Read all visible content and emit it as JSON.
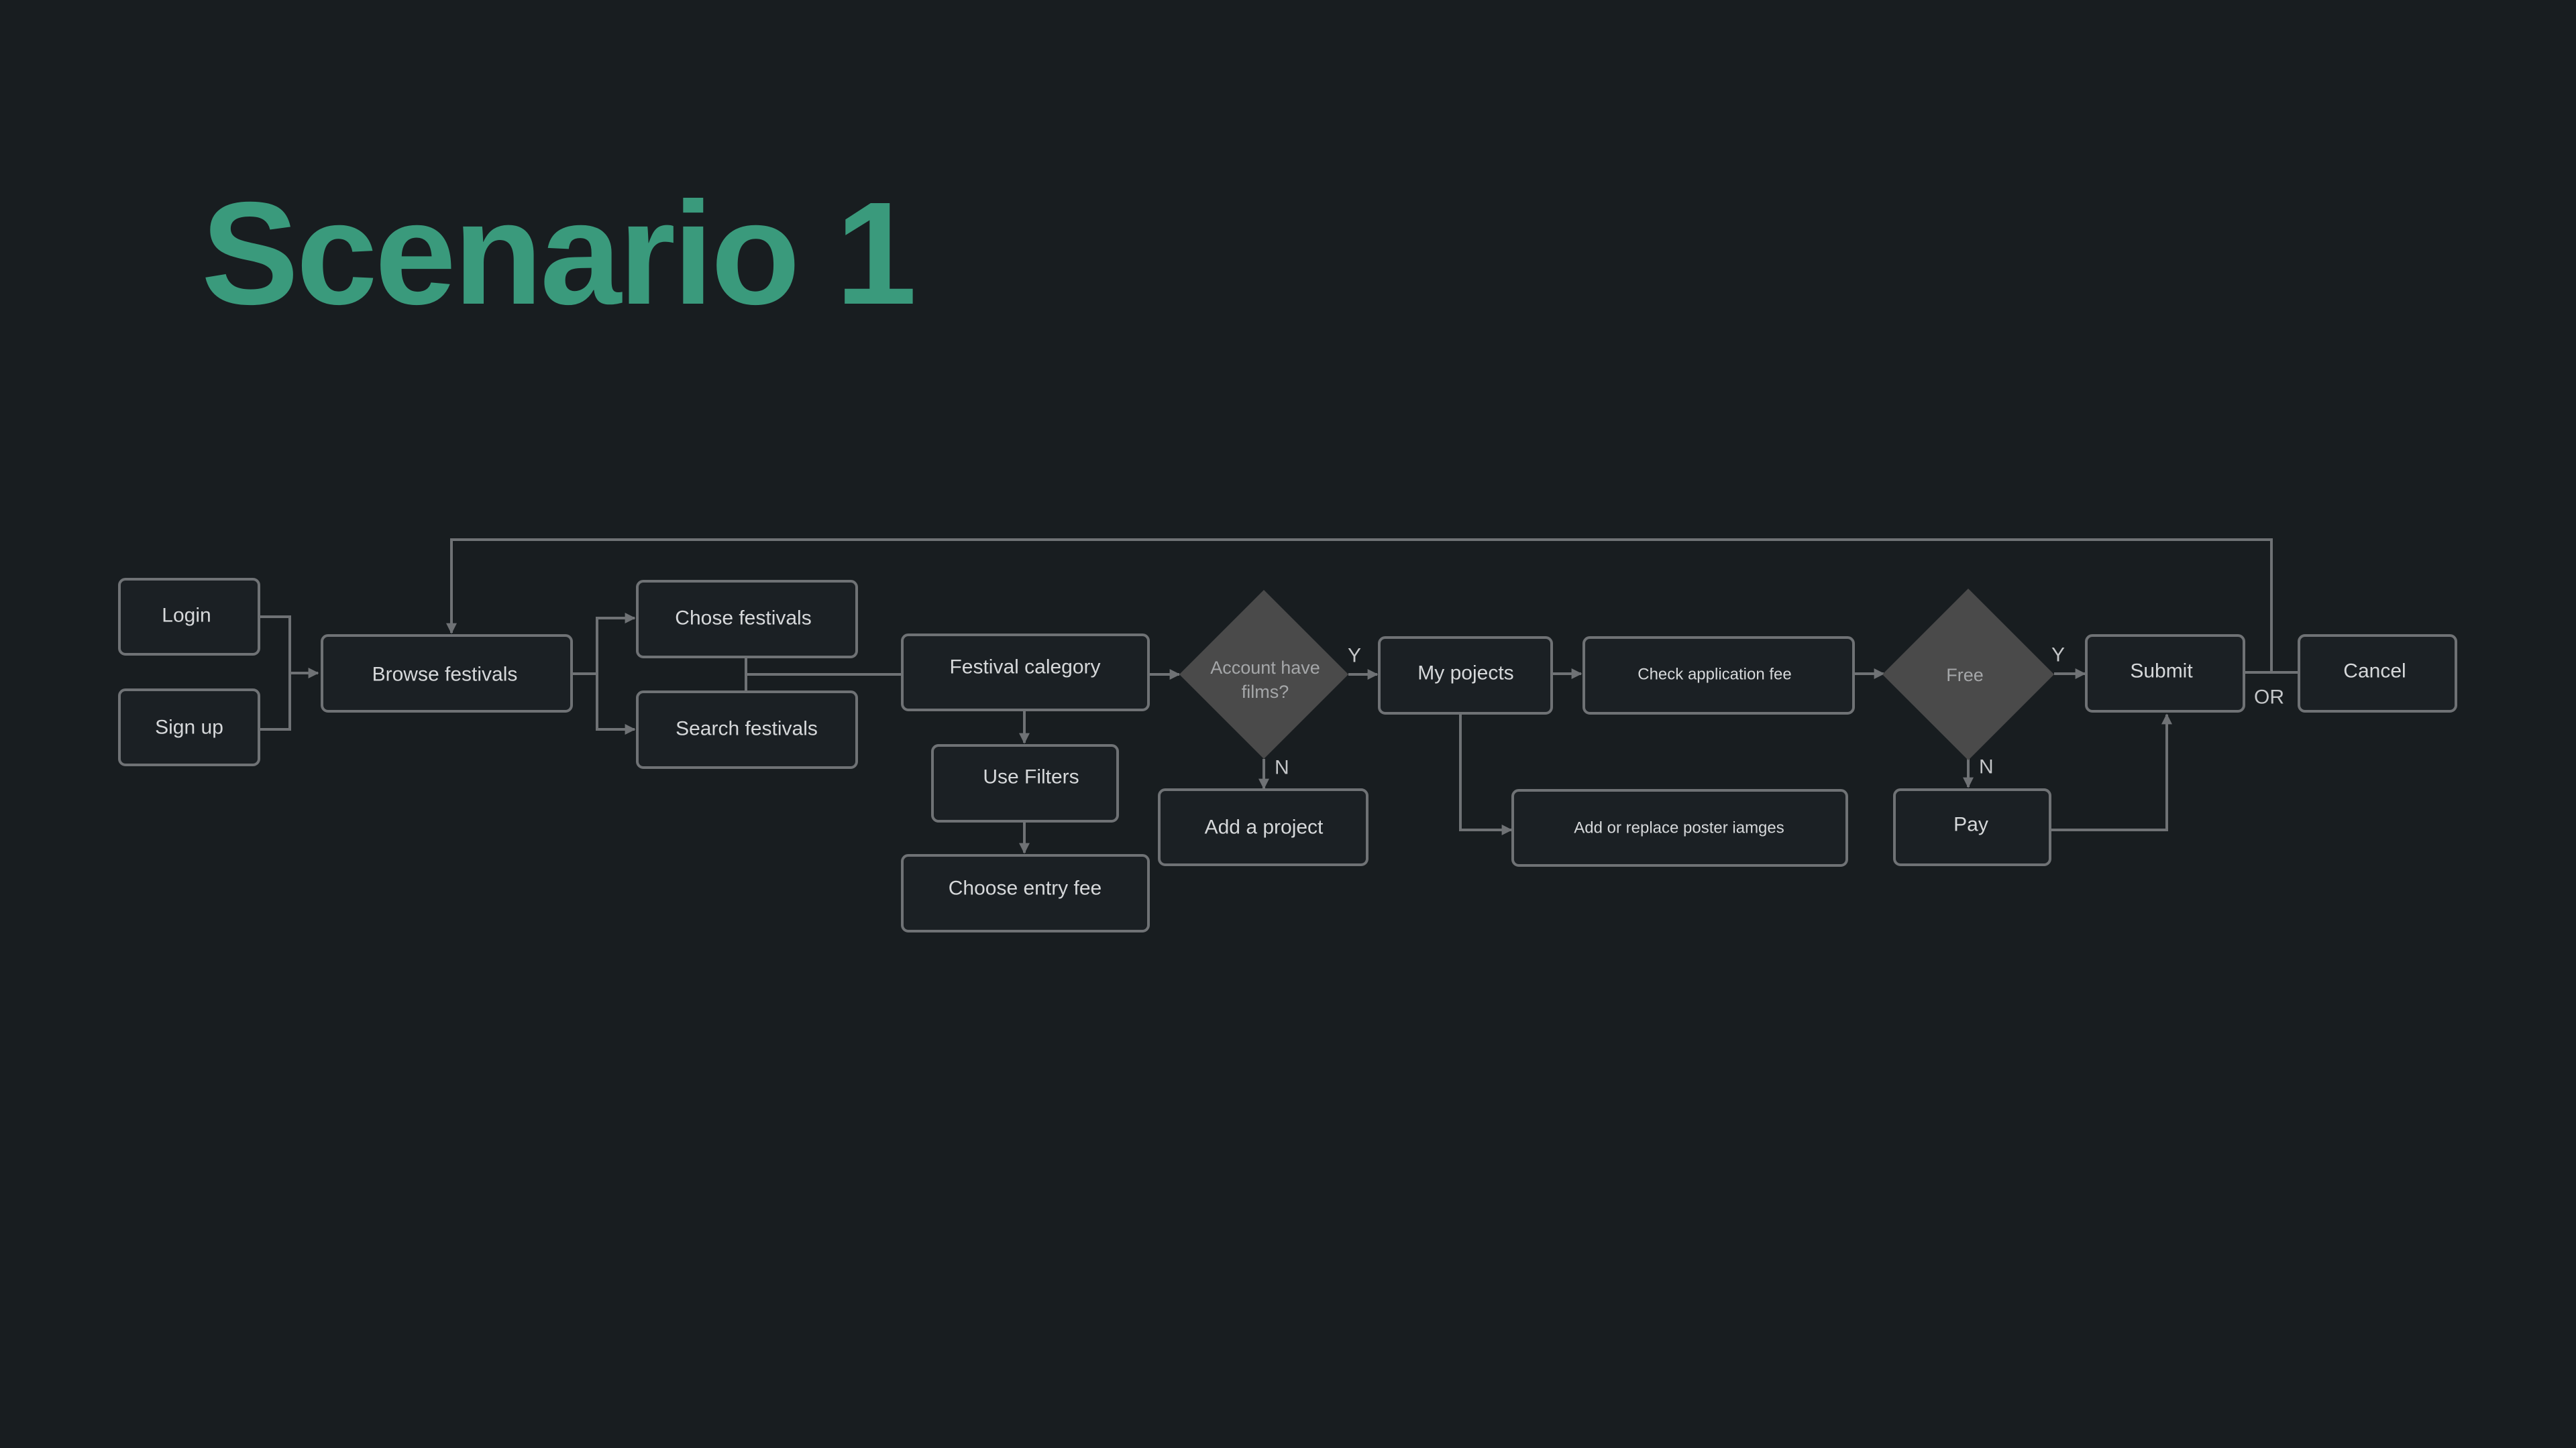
{
  "slide": {
    "title": "Scenario 1"
  },
  "diagram": {
    "nodes": {
      "login": "Login",
      "signup": "Sign up",
      "browse": "Browse festivals",
      "chose": "Chose festivals",
      "search": "Search festivals",
      "category": "Festival calegory",
      "filters": "Use Filters",
      "entry_fee": "Choose entry fee",
      "account_line1": "Account have",
      "account_line2": "films?",
      "add_project": "Add a project",
      "my_projects": "My pojects",
      "check_fee": "Check application fee",
      "poster": "Add or replace poster iamges",
      "free": "Free",
      "pay": "Pay",
      "submit": "Submit",
      "cancel": "Cancel"
    },
    "edge_labels": {
      "account_yes": "Y",
      "account_no": "N",
      "free_yes": "Y",
      "free_no": "N",
      "or": "OR"
    }
  },
  "colors": {
    "background": "#181d20",
    "title": "#3a9a7c",
    "box_border": "#6f7275",
    "diamond_fill": "#4a4a4a",
    "text": "#d6d8da"
  }
}
